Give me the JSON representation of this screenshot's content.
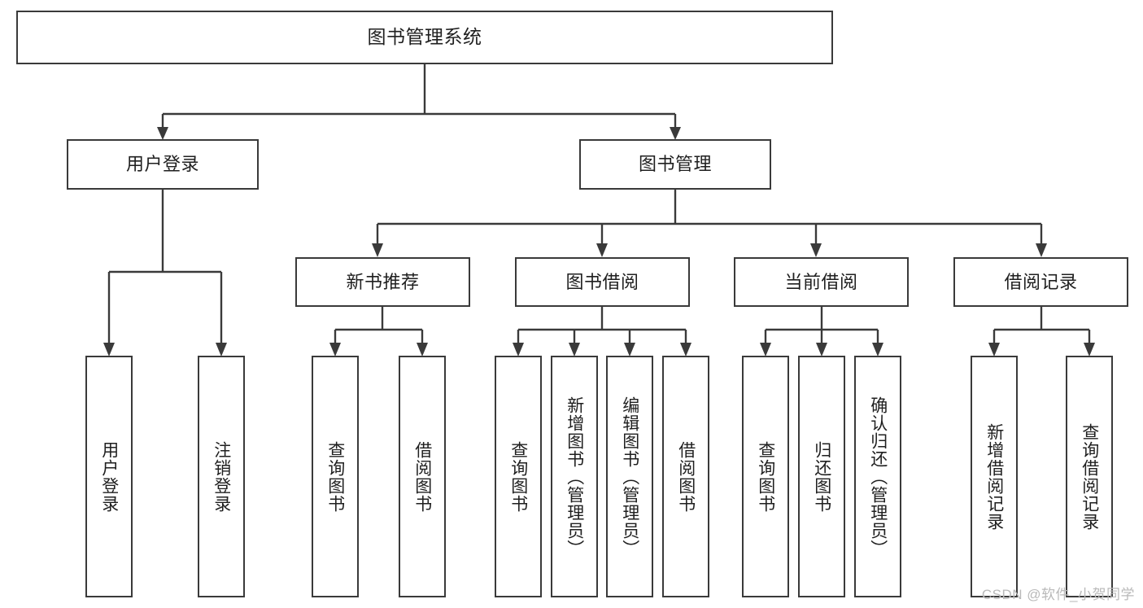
{
  "diagram": {
    "type": "tree-hierarchy",
    "title": "图书管理系统",
    "orientation": "top-down",
    "colors": {
      "box_border": "#3a3a3a",
      "box_fill": "#ffffff",
      "connector": "#3a3a3a",
      "text": "#1f1f1f",
      "watermark": "#b9b9b9",
      "background": "#ffffff"
    }
  },
  "watermark": {
    "text": "CSDN @软件_小贺同学"
  },
  "nodes": {
    "root": {
      "id": "root",
      "label": "图书管理系统",
      "level": 1,
      "orientation": "horizontal"
    },
    "level2": [
      {
        "id": "user-login",
        "label": "用户登录",
        "level": 2,
        "orientation": "horizontal"
      },
      {
        "id": "book-manage",
        "label": "图书管理",
        "level": 2,
        "orientation": "horizontal"
      }
    ],
    "level3": [
      {
        "id": "new-book-rec",
        "label": "新书推荐",
        "level": 3,
        "orientation": "horizontal",
        "parent": "book-manage"
      },
      {
        "id": "book-borrow",
        "label": "图书借阅",
        "level": 3,
        "orientation": "horizontal",
        "parent": "book-manage"
      },
      {
        "id": "current-borrow",
        "label": "当前借阅",
        "level": 3,
        "orientation": "horizontal",
        "parent": "book-manage"
      },
      {
        "id": "borrow-record",
        "label": "借阅记录",
        "level": 3,
        "orientation": "horizontal",
        "parent": "book-manage"
      }
    ],
    "leaves": [
      {
        "id": "leaf-user-login",
        "label": "用户登录",
        "parent": "user-login",
        "orientation": "vertical"
      },
      {
        "id": "leaf-user-logout",
        "label": "注销登录",
        "parent": "user-login",
        "orientation": "vertical"
      },
      {
        "id": "leaf-rec-query",
        "label": "查询图书",
        "parent": "new-book-rec",
        "orientation": "vertical"
      },
      {
        "id": "leaf-rec-borrow",
        "label": "借阅图书",
        "parent": "new-book-rec",
        "orientation": "vertical"
      },
      {
        "id": "leaf-borrow-query",
        "label": "查询图书",
        "parent": "book-borrow",
        "orientation": "vertical"
      },
      {
        "id": "leaf-borrow-add",
        "label": "新增图书（管理员）",
        "parent": "book-borrow",
        "orientation": "vertical"
      },
      {
        "id": "leaf-borrow-edit",
        "label": "编辑图书（管理员）",
        "parent": "book-borrow",
        "orientation": "vertical"
      },
      {
        "id": "leaf-borrow-do",
        "label": "借阅图书",
        "parent": "book-borrow",
        "orientation": "vertical"
      },
      {
        "id": "leaf-cur-query",
        "label": "查询图书",
        "parent": "current-borrow",
        "orientation": "vertical"
      },
      {
        "id": "leaf-cur-return",
        "label": "归还图书",
        "parent": "current-borrow",
        "orientation": "vertical"
      },
      {
        "id": "leaf-cur-confirm",
        "label": "确认归还（管理员）",
        "parent": "current-borrow",
        "orientation": "vertical"
      },
      {
        "id": "leaf-rec-add",
        "label": "新增借阅记录",
        "parent": "borrow-record",
        "orientation": "vertical"
      },
      {
        "id": "leaf-rec-search",
        "label": "查询借阅记录",
        "parent": "borrow-record",
        "orientation": "vertical"
      }
    ]
  }
}
